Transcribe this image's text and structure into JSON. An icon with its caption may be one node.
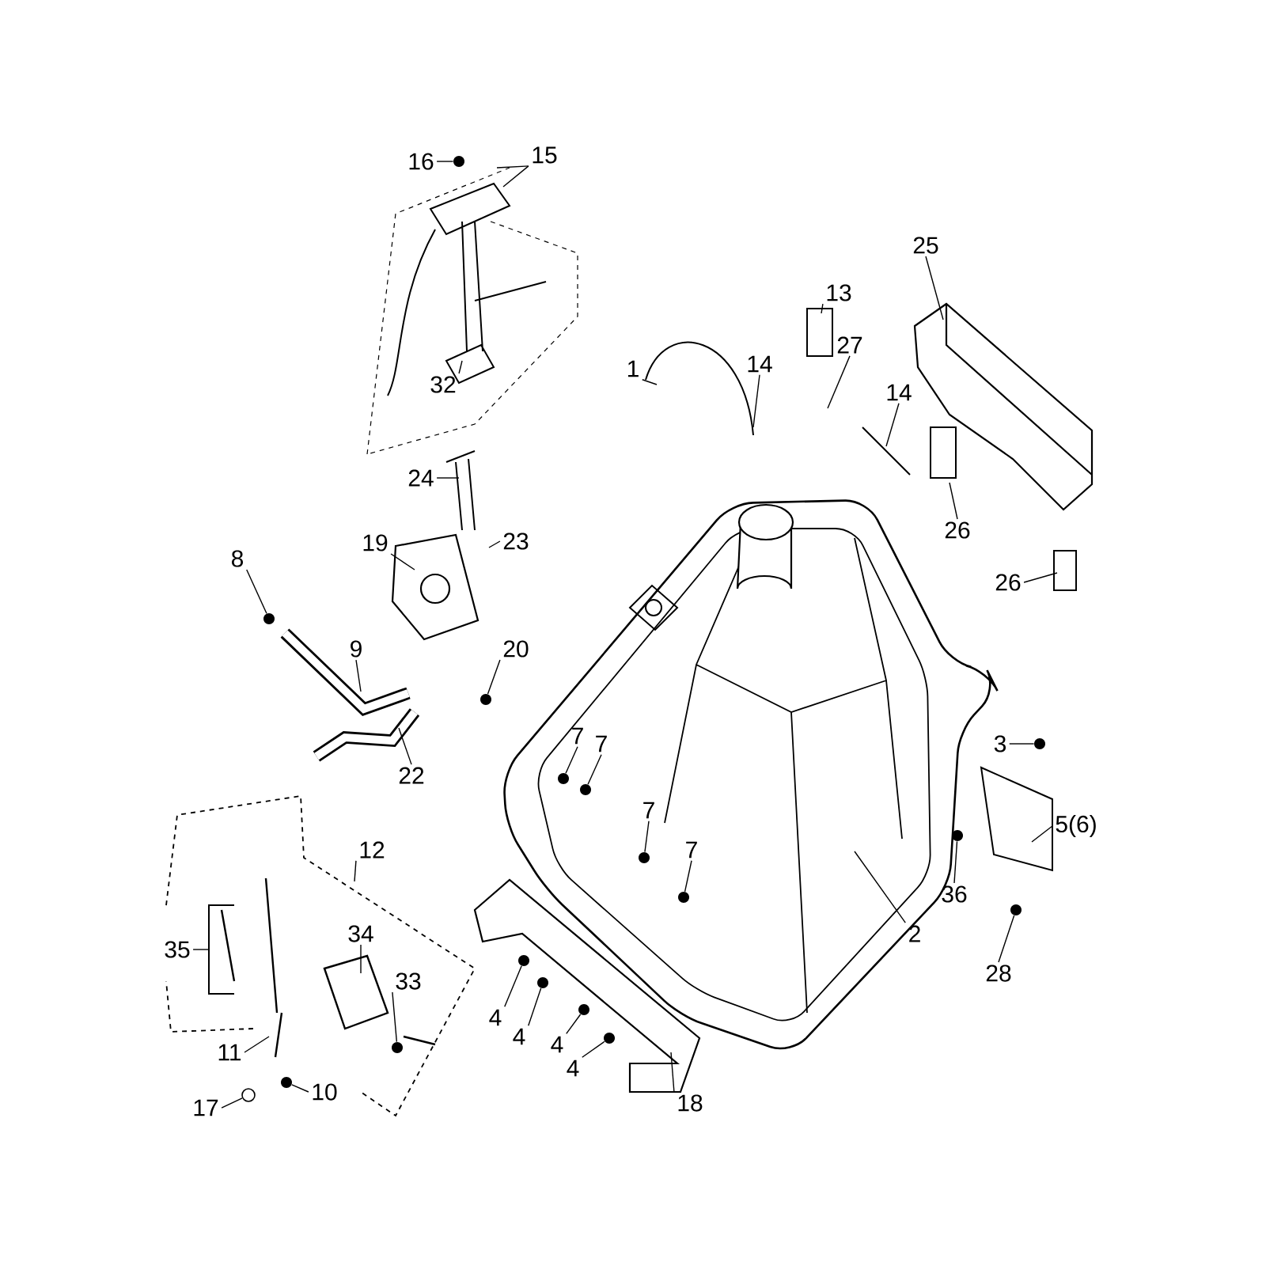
{
  "diagram": {
    "nodes": [
      {
        "text": [
          "16"
        ]
      },
      {
        "text": [
          "15"
        ]
      },
      {
        "text": [
          "25"
        ]
      },
      {
        "text": [
          "13"
        ]
      },
      {
        "text": [
          "1"
        ]
      },
      {
        "text": [
          "14"
        ]
      },
      {
        "text": [
          "27"
        ]
      },
      {
        "text": [
          "32"
        ]
      },
      {
        "text": [
          "14"
        ]
      },
      {
        "text": [
          "24"
        ]
      },
      {
        "text": [
          "26"
        ]
      },
      {
        "text": [
          "19"
        ]
      },
      {
        "text": [
          "23"
        ]
      },
      {
        "text": [
          "8"
        ]
      },
      {
        "text": [
          "26"
        ]
      },
      {
        "text": [
          "9"
        ]
      },
      {
        "text": [
          "20"
        ]
      },
      {
        "text": [
          "7"
        ]
      },
      {
        "text": [
          "7"
        ]
      },
      {
        "text": [
          "3"
        ]
      },
      {
        "text": [
          "22"
        ]
      },
      {
        "text": [
          "7"
        ]
      },
      {
        "text": [
          "5(6)"
        ]
      },
      {
        "text": [
          "12"
        ]
      },
      {
        "text": [
          "7"
        ]
      },
      {
        "text": [
          "36"
        ]
      },
      {
        "text": [
          "2"
        ]
      },
      {
        "text": [
          "35"
        ]
      },
      {
        "text": [
          "34"
        ]
      },
      {
        "text": [
          "28"
        ]
      },
      {
        "text": [
          "33"
        ]
      },
      {
        "text": [
          "4"
        ]
      },
      {
        "text": [
          "4"
        ]
      },
      {
        "text": [
          "4"
        ]
      },
      {
        "text": [
          "11"
        ]
      },
      {
        "text": [
          "4"
        ]
      },
      {
        "text": [
          "10"
        ]
      },
      {
        "text": [
          "18"
        ]
      },
      {
        "text": [
          "17"
        ]
      },
      {
        "text": [],
        "shape": "bolt"
      },
      {
        "text": [],
        "shape": "bolt"
      },
      {
        "text": [],
        "shape": "bolt"
      },
      {
        "text": [],
        "shape": "bolt"
      },
      {
        "text": [],
        "shape": "bolt"
      },
      {
        "text": [],
        "shape": "bolt"
      },
      {
        "text": [],
        "shape": "bolt"
      },
      {
        "text": [],
        "shape": "bolt"
      },
      {
        "text": [],
        "shape": "bolt"
      },
      {
        "text": [],
        "shape": "bolt"
      },
      {
        "text": [],
        "shape": "bolt"
      },
      {
        "text": [],
        "shape": "bolt"
      },
      {
        "text": [],
        "shape": "bolt"
      },
      {
        "text": [],
        "shape": "bolt"
      },
      {
        "text": [],
        "shape": "bolt"
      },
      {
        "text": [],
        "shape": "bolt"
      },
      {
        "text": [],
        "shape": "circle"
      }
    ],
    "edges": [
      {
        "from": 0,
        "to": 39,
        "arrow": "none"
      },
      {
        "from": 1,
        "to": null,
        "arrow": "none"
      },
      {
        "from": 1,
        "to": null,
        "arrow": "none"
      },
      {
        "from": 2,
        "to": null,
        "arrow": "none"
      },
      {
        "from": 3,
        "to": null,
        "arrow": "none"
      },
      {
        "from": 4,
        "to": null,
        "arrow": "none"
      },
      {
        "from": 5,
        "to": null,
        "arrow": "none"
      },
      {
        "from": 6,
        "to": null,
        "arrow": "none"
      },
      {
        "from": 7,
        "to": null,
        "arrow": "none"
      },
      {
        "from": 8,
        "to": null,
        "arrow": "none"
      },
      {
        "from": 9,
        "to": null,
        "arrow": "none"
      },
      {
        "from": 10,
        "to": null,
        "arrow": "none"
      },
      {
        "from": 11,
        "to": null,
        "arrow": "none"
      },
      {
        "from": 12,
        "to": null,
        "arrow": "none"
      },
      {
        "from": 13,
        "to": 40,
        "arrow": "none"
      },
      {
        "from": 14,
        "to": null,
        "arrow": "none"
      },
      {
        "from": 15,
        "to": null,
        "arrow": "none"
      },
      {
        "from": 16,
        "to": 41,
        "arrow": "none"
      },
      {
        "from": 17,
        "to": 42,
        "arrow": "none"
      },
      {
        "from": 18,
        "to": 43,
        "arrow": "none"
      },
      {
        "from": 19,
        "to": 44,
        "arrow": "none"
      },
      {
        "from": 20,
        "to": null,
        "arrow": "none"
      },
      {
        "from": 21,
        "to": 45,
        "arrow": "none"
      },
      {
        "from": 22,
        "to": null,
        "arrow": "none"
      },
      {
        "from": 23,
        "to": null,
        "arrow": "none"
      },
      {
        "from": 24,
        "to": 46,
        "arrow": "none"
      },
      {
        "from": 25,
        "to": 47,
        "arrow": "none"
      },
      {
        "from": 26,
        "to": null,
        "arrow": "none"
      },
      {
        "from": 27,
        "to": null,
        "arrow": "none"
      },
      {
        "from": 28,
        "to": null,
        "arrow": "none"
      },
      {
        "from": 29,
        "to": 48,
        "arrow": "none"
      },
      {
        "from": 30,
        "to": 49,
        "arrow": "none"
      },
      {
        "from": 31,
        "to": 50,
        "arrow": "none"
      },
      {
        "from": 32,
        "to": 51,
        "arrow": "none"
      },
      {
        "from": 33,
        "to": 52,
        "arrow": "none"
      },
      {
        "from": 34,
        "to": null,
        "arrow": "none"
      },
      {
        "from": 35,
        "to": 53,
        "arrow": "none"
      },
      {
        "from": 36,
        "to": 54,
        "arrow": "none"
      },
      {
        "from": 37,
        "to": null,
        "arrow": "none"
      },
      {
        "from": 38,
        "to": 55,
        "arrow": "none"
      }
    ]
  }
}
